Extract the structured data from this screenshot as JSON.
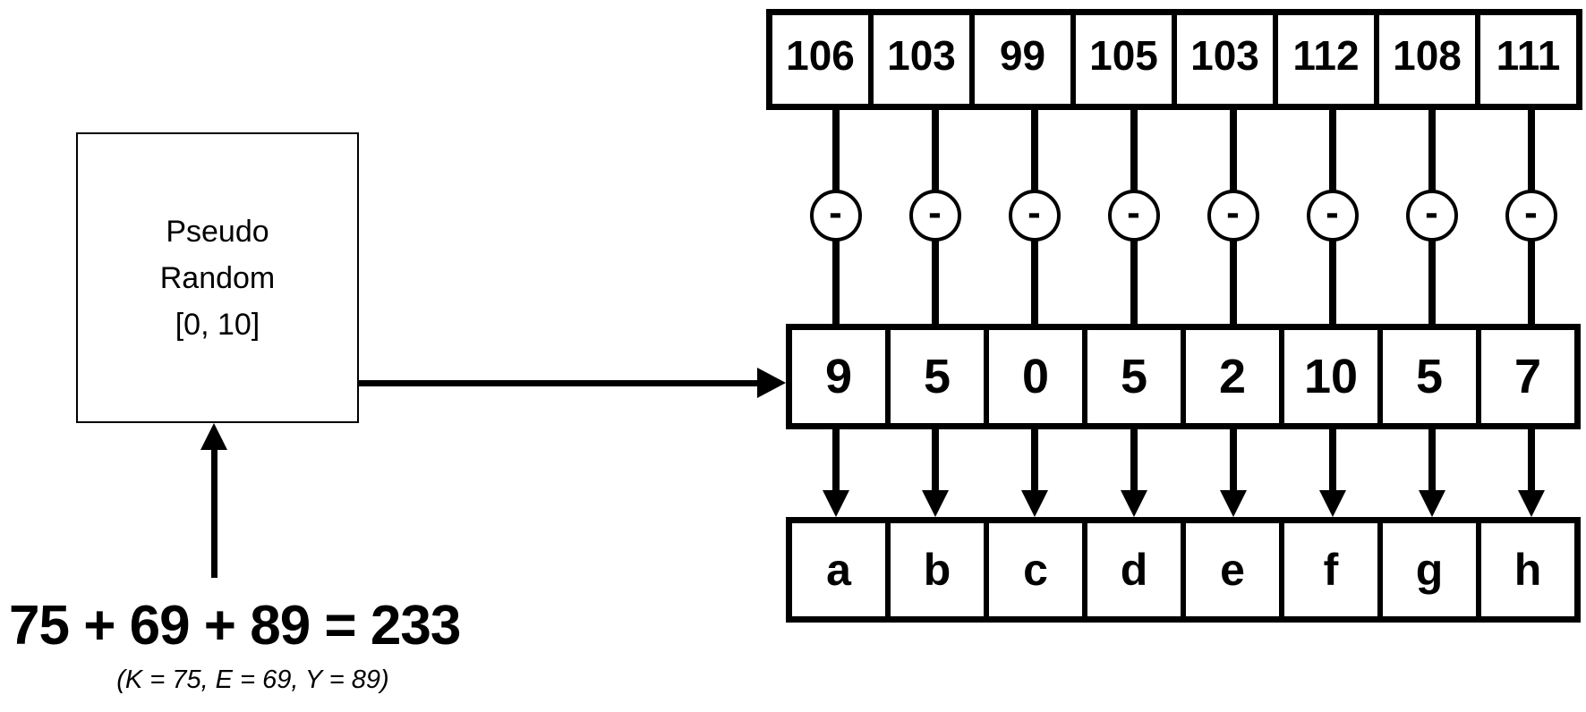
{
  "diagram": {
    "pseudo_random_box": {
      "lines": [
        "Pseudo",
        "Random",
        "[0, 10]"
      ]
    },
    "seed_equation": {
      "formula": "75 + 69 + 89 = 233",
      "caption": "(K = 75, E = 69, Y = 89)"
    },
    "operator_symbol": "-",
    "columns": [
      {
        "code": "106",
        "random": "9",
        "letter": "a"
      },
      {
        "code": "103",
        "random": "5",
        "letter": "b"
      },
      {
        "code": "99",
        "random": "0",
        "letter": "c"
      },
      {
        "code": "105",
        "random": "5",
        "letter": "d"
      },
      {
        "code": "103",
        "random": "2",
        "letter": "e"
      },
      {
        "code": "112",
        "random": "10",
        "letter": "f"
      },
      {
        "code": "108",
        "random": "5",
        "letter": "g"
      },
      {
        "code": "111",
        "random": "7",
        "letter": "h"
      }
    ]
  }
}
